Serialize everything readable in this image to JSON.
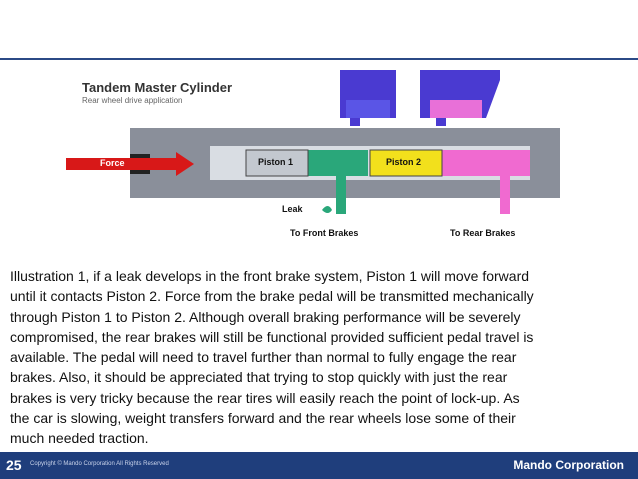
{
  "diagram": {
    "title": "Tandem Master Cylinder",
    "subtitle": "Rear wheel drive application",
    "force_label": "Force",
    "piston1_label": "Piston 1",
    "piston2_label": "Piston 2",
    "leak_label": "Leak",
    "front_brakes_label": "To Front Brakes",
    "rear_brakes_label": "To Rear Brakes",
    "colors": {
      "reservoir_blue": "#4a3ad1",
      "reservoir_pink": "#e870d8",
      "front_fluid": "#2aa77a",
      "rear_fluid": "#f06ad0",
      "force_arrow": "#d81818",
      "piston2": "#f2e01c"
    }
  },
  "body_text": " Illustration 1, if a leak develops in the front brake system, Piston 1 will move forward\nuntil it contacts Piston 2. Force from the brake pedal will be transmitted mechanically\nthrough Piston 1 to Piston 2. Although overall braking performance will be severely\ncompromised, the rear brakes will still be functional provided sufficient pedal travel is\navailable. The pedal will need to travel further than normal to fully engage the rear\nbrakes. Also, it should be appreciated that trying to stop quickly with just the rear\nbrakes is very tricky because the rear tires will easily reach the point of lock-up. As\nthe car is slowing, weight transfers forward and the rear wheels lose some of their\nmuch needed traction.",
  "footer": {
    "page_number": "25",
    "copyright": "Copyright © Mando Corporation All Rights Reserved",
    "brand": "Mando Corporation"
  }
}
